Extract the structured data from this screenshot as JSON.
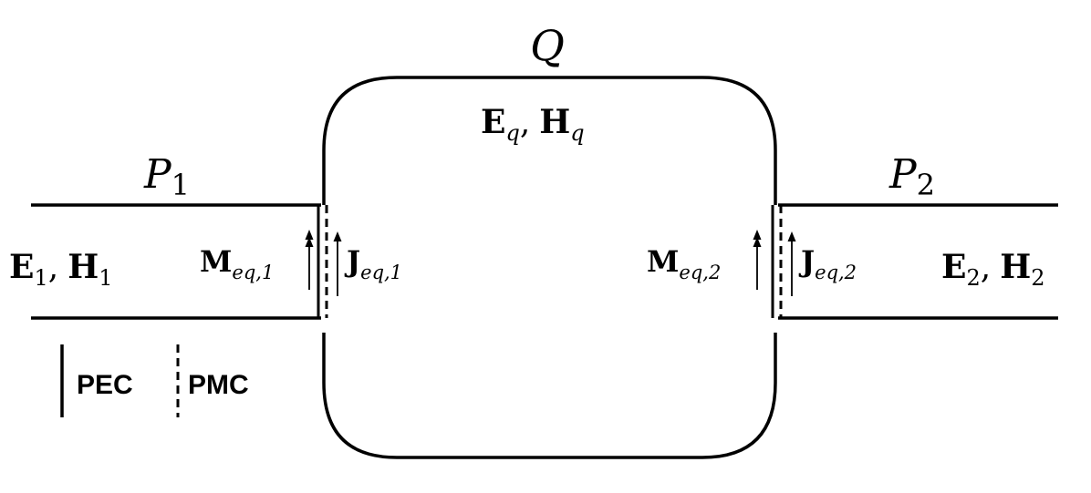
{
  "cavity": {
    "label": "Q",
    "fields": {
      "e": "E",
      "e_sub": "q",
      "sep": ",",
      "h": "H",
      "h_sub": "q"
    }
  },
  "port1": {
    "label": "P",
    "label_sub": "1",
    "fields": {
      "e": "E",
      "e_sub": "1",
      "sep": ",",
      "h": "H",
      "h_sub": "1"
    },
    "m_current": {
      "sym": "M",
      "sub": "eq,1"
    },
    "j_current": {
      "sym": "J",
      "sub": "eq,1"
    }
  },
  "port2": {
    "label": "P",
    "label_sub": "2",
    "fields": {
      "e": "E",
      "e_sub": "2",
      "sep": ",",
      "h": "H",
      "h_sub": "2"
    },
    "m_current": {
      "sym": "M",
      "sub": "eq,2"
    },
    "j_current": {
      "sym": "J",
      "sub": "eq,2"
    }
  },
  "legend": {
    "pec": "PEC",
    "pmc": "PMC"
  }
}
